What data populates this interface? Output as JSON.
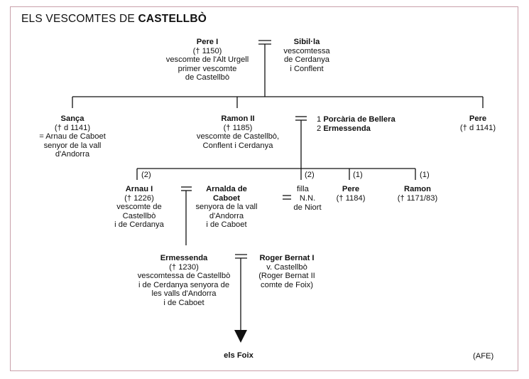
{
  "title": {
    "prefix": "ELS VESCOMTES DE ",
    "name": "CASTELLBÒ"
  },
  "gen1": {
    "pere_i": {
      "name": "Pere I",
      "dates": "(† 1150)",
      "line1": "vescomte de l'Alt Urgell",
      "line2": "primer vescomte",
      "line3": "de Castellbò"
    },
    "sibilla": {
      "name": "Sibil·la",
      "line1": "vescomtessa",
      "line2": "de Cerdanya",
      "line3": "i Conflent"
    }
  },
  "gen2": {
    "sanca": {
      "name": "Sança",
      "dates": "(† d 1141)",
      "line1": "= Arnau de Caboet",
      "line2": "senyor de la vall",
      "line3": "d'Andorra"
    },
    "ramon_ii": {
      "name": "Ramon II",
      "dates": "(† 1185)",
      "line1": "vescomte de Castellbò,",
      "line2": "Conflent i Cerdanya"
    },
    "spouses": {
      "n1": "1",
      "wife1": "Porcària de Bellera",
      "n2": "2",
      "wife2": "Ermessenda"
    },
    "pere": {
      "name": "Pere",
      "dates": "(† d 1141)"
    }
  },
  "gen3": {
    "arnau_i": {
      "marker": "(2)",
      "name": "Arnau I",
      "dates": "(† 1226)",
      "line1": "vescomte de",
      "line2": "Castellbò",
      "line3": "i de Cerdanya"
    },
    "arnalda": {
      "name1": "Arnalda de",
      "name2": "Caboet",
      "line1": "senyora de la vall",
      "line2": "d'Andorra",
      "line3": "i de Caboet"
    },
    "filla": {
      "marker": "(2)",
      "label": "filla",
      "spouse1": "N.N.",
      "spouse2": "de Niort"
    },
    "pere": {
      "marker": "(1)",
      "name": "Pere",
      "dates": "(† 1184)"
    },
    "ramon": {
      "marker": "(1)",
      "name": "Ramon",
      "dates": "(† 1171/83)"
    }
  },
  "gen4": {
    "ermessenda": {
      "name": "Ermessenda",
      "dates": "(† 1230)",
      "line1": "vescomtessa de Castellbò",
      "line2": "i de Cerdanya senyora de",
      "line3": "les valls d'Andorra",
      "line4": "i de Caboet"
    },
    "roger_bernat": {
      "name": "Roger Bernat I",
      "line1": "v. Castellbò",
      "line2": "(Roger Bernat II",
      "line3": "comte de Foix)"
    }
  },
  "descendants": "els Foix",
  "source": "(AFE)"
}
